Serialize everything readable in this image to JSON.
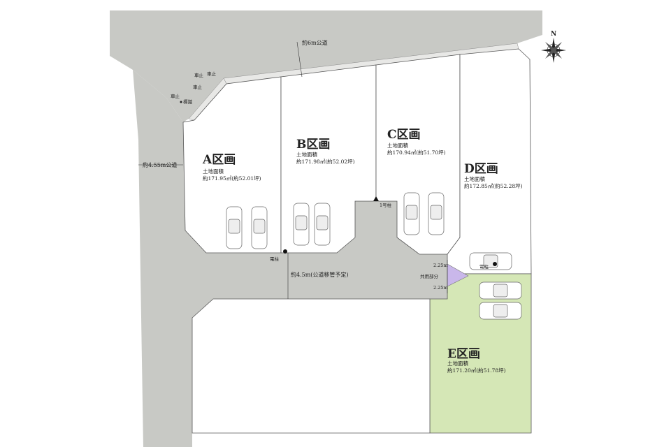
{
  "roads": {
    "north": "約6m公道",
    "west": "約4.55m公道",
    "center": "約4.5m(公道移管予定)"
  },
  "lots": [
    {
      "id": "A",
      "title": "A区画",
      "area_label": "土地面積",
      "area": "約171.95㎡(約52.01坪)"
    },
    {
      "id": "B",
      "title": "B区画",
      "area_label": "土地面積",
      "area": "約171.98㎡(約52.02坪)"
    },
    {
      "id": "C",
      "title": "C区画",
      "area_label": "土地面積",
      "area": "約170.94㎡(約51.70坪)"
    },
    {
      "id": "D",
      "title": "D区画",
      "area_label": "土地面積",
      "area": "約172.85㎡(約52.28坪)"
    },
    {
      "id": "E",
      "title": "E区画",
      "area_label": "土地面積",
      "area": "約171.20㎡(約51.78坪)"
    }
  ],
  "markers": {
    "utility_pole_1": "電柱",
    "utility_pole_2": "電柱",
    "shared_part": "共用部分",
    "dim_top": "2.25m",
    "dim_bottom": "2.25m",
    "marker_1": "1号柱",
    "sign_1": "車止",
    "sign_2": "車止",
    "sign_3": "車止",
    "sign_4": "車止",
    "sign_5": "標識"
  },
  "compass": {
    "label": "N"
  },
  "colors": {
    "road": "#c8c9c5",
    "lot_e": "#d5e7b6",
    "shared": "#c9b7ea",
    "line": "#555555"
  }
}
